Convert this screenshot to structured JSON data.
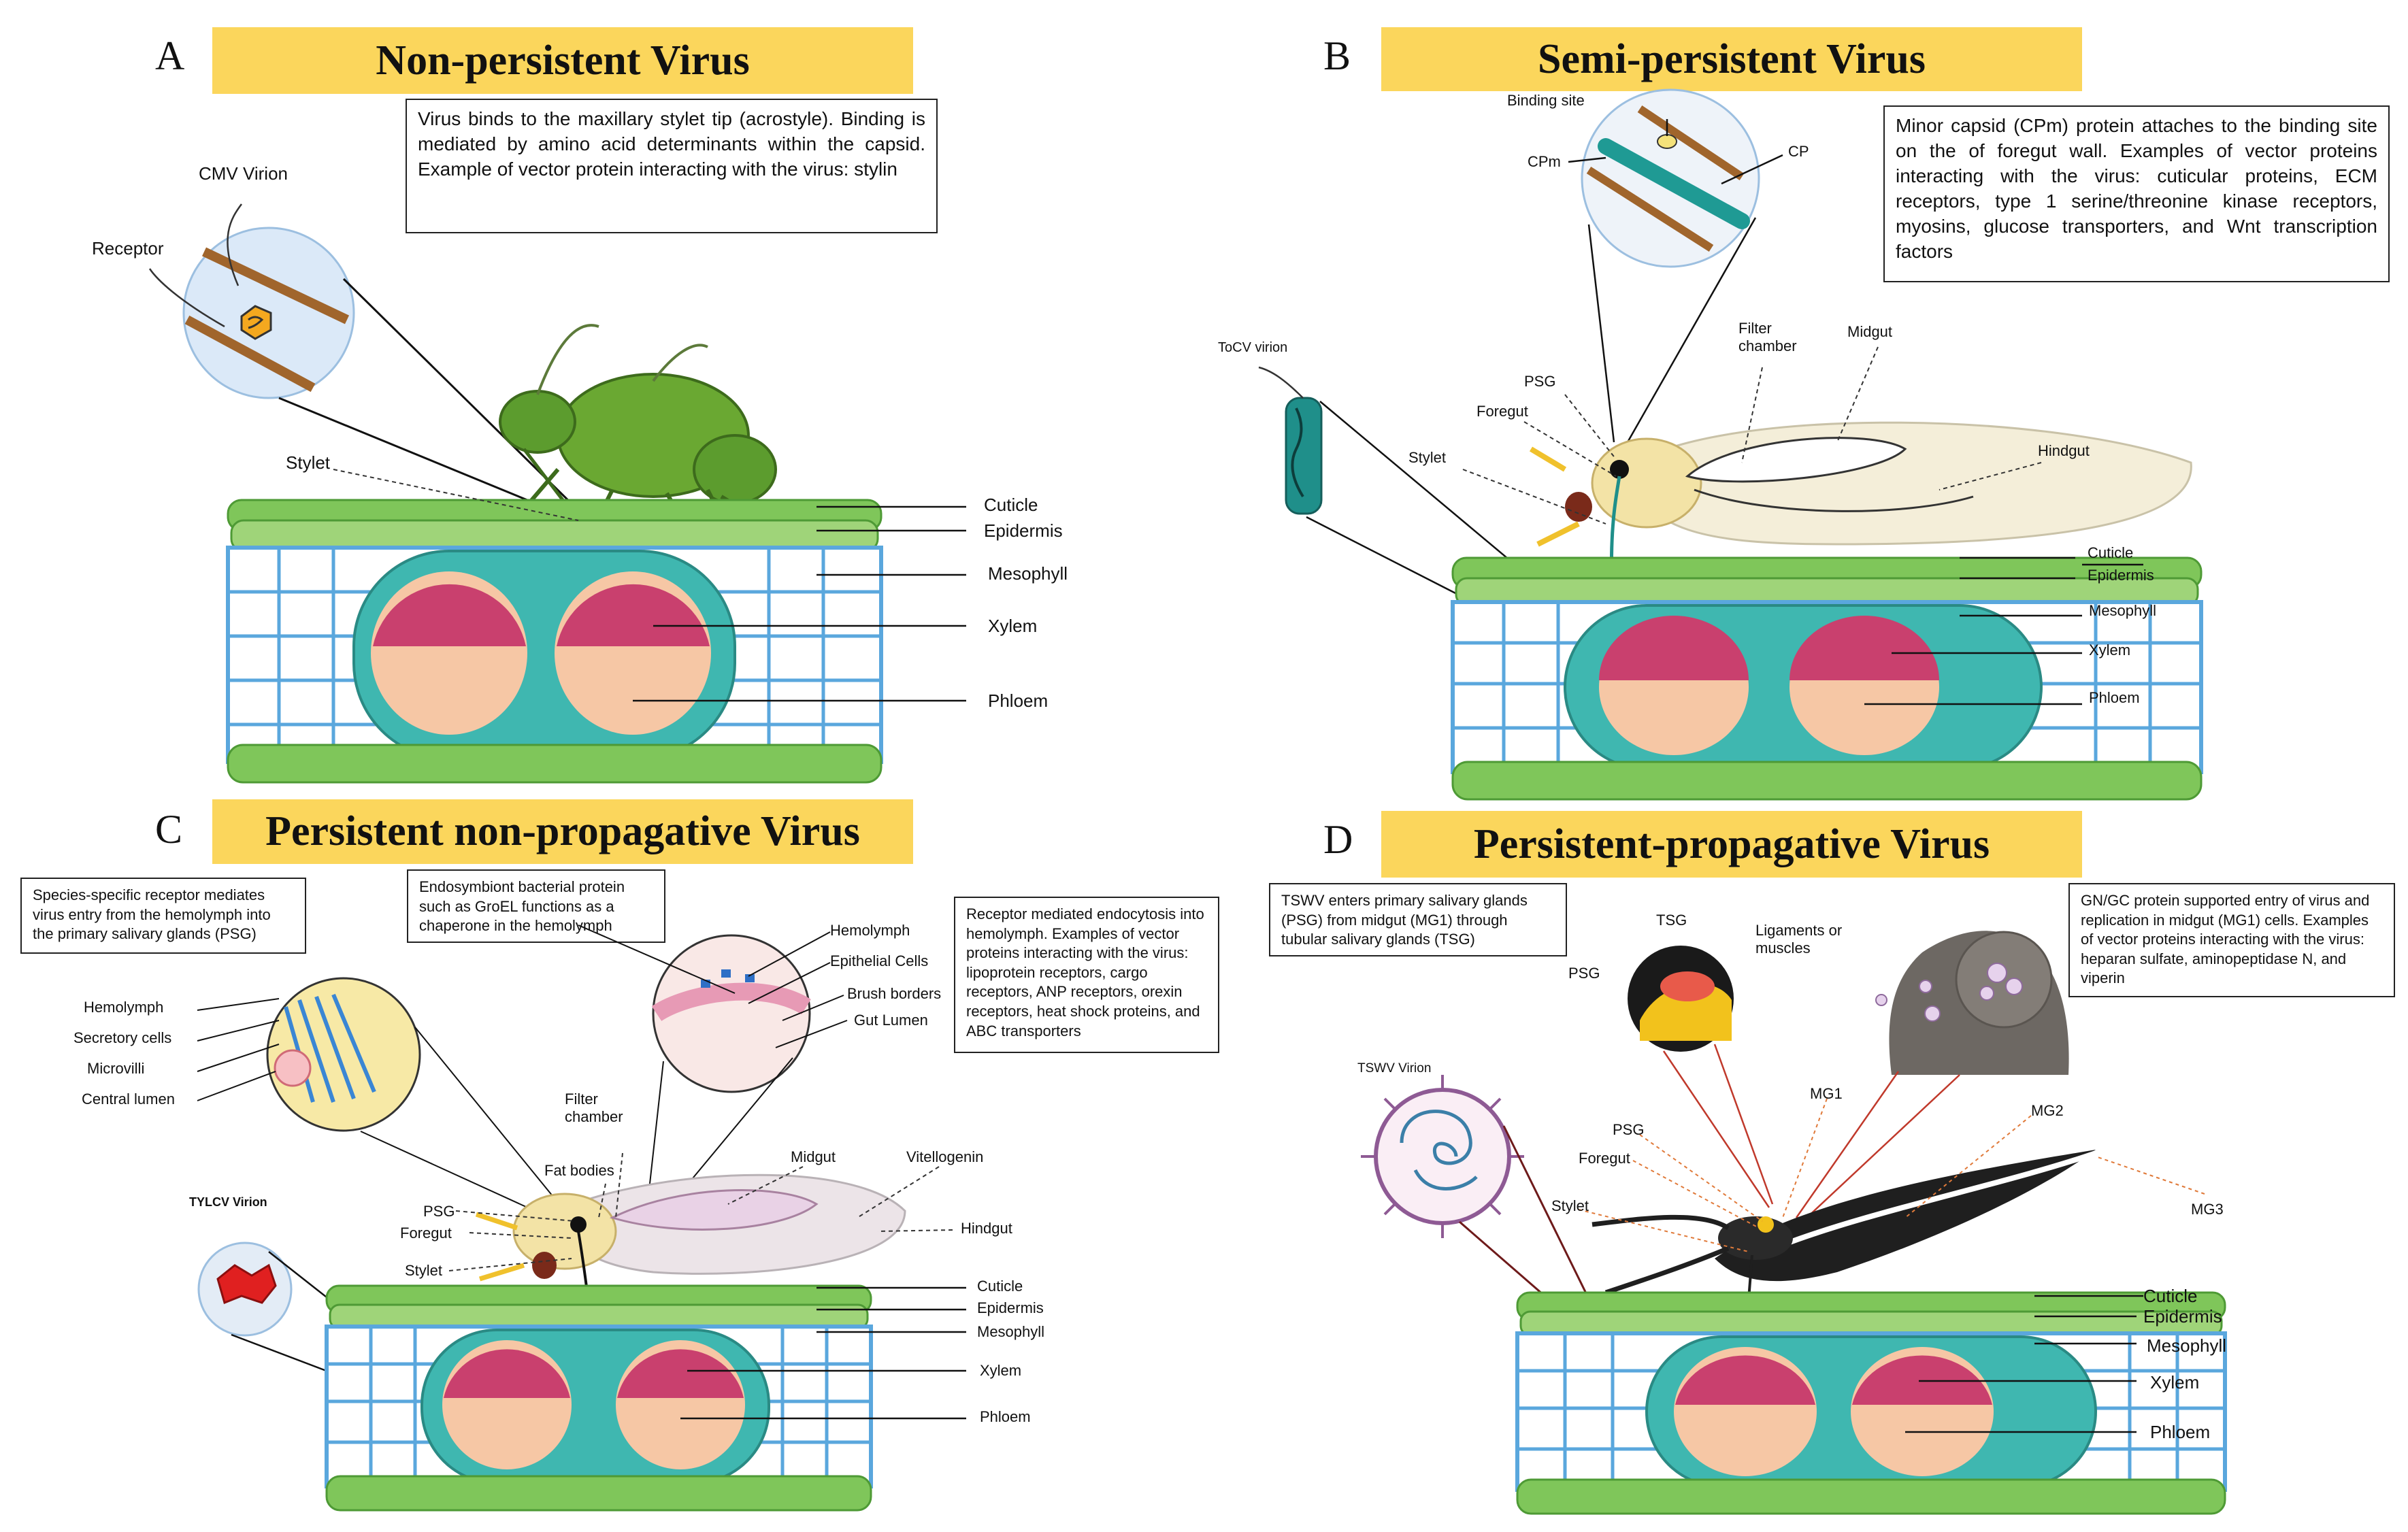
{
  "panels": {
    "A": {
      "letter": "A",
      "title": "Non-persistent Virus",
      "info": "Virus binds to the maxillary stylet tip (acrostyle). Binding is mediated by amino acid determinants within the capsid. Example of vector protein interacting with the virus: stylin",
      "labels": {
        "virion": "CMV Virion",
        "receptor": "Receptor",
        "stylet": "Stylet"
      },
      "layers": [
        "Cuticle",
        "Epidermis",
        "Mesophyll",
        "Xylem",
        "Phloem"
      ]
    },
    "B": {
      "letter": "B",
      "title": "Semi-persistent Virus",
      "info": "Minor capsid (CPm) protein attaches to the binding site on the of foregut wall. Examples of vector proteins interacting with the virus: cuticular proteins, ECM receptors, type 1 serine/threonine kinase receptors, myosins, glucose transporters, and Wnt transcription factors",
      "labels": {
        "binding": "Binding site",
        "cpm": "CPm",
        "cp": "CP",
        "virion": "ToCV virion",
        "psg": "PSG",
        "foregut": "Foregut",
        "stylet": "Stylet",
        "filter": "Filter chamber",
        "midgut": "Midgut",
        "hindgut": "Hindgut"
      },
      "layers": [
        "Cuticle",
        "Epidermis",
        "Mesophyll",
        "Xylem",
        "Phloem"
      ]
    },
    "C": {
      "letter": "C",
      "title": "Persistent non-propagative Virus",
      "info1": "Species-specific receptor mediates virus entry from the hemolymph into the primary salivary glands (PSG)",
      "info2": "Endosymbiont bacterial protein such as GroEL functions as a chaperone in the hemolymph",
      "info3": "Receptor mediated endocytosis into hemolymph. Examples of vector proteins interacting with the virus: lipoprotein receptors, cargo receptors, ANP receptors, orexin receptors, heat shock proteins, and ABC transporters",
      "labels": {
        "hemolymph": "Hemolymph",
        "secretory": "Secretory cells",
        "microvilli": "Microvilli",
        "central": "Central lumen",
        "hemolymph2": "Hemolymph",
        "epithelial": "Epithelial Cells",
        "brush": "Brush borders",
        "gut": "Gut Lumen",
        "filter": "Filter chamber",
        "fat": "Fat bodies",
        "midgut": "Midgut",
        "vitellogenin": "Vitellogenin",
        "psg": "PSG",
        "foregut": "Foregut",
        "stylet": "Stylet",
        "hindgut": "Hindgut",
        "virion": "TYLCV Virion"
      },
      "layers": [
        "Cuticle",
        "Epidermis",
        "Mesophyll",
        "Xylem",
        "Phloem"
      ]
    },
    "D": {
      "letter": "D",
      "title": "Persistent-propagative Virus",
      "info1": "TSWV enters primary salivary glands (PSG) from midgut (MG1) through tubular salivary glands (TSG)",
      "info2": "GN/GC protein supported entry of virus and replication in midgut (MG1) cells. Examples of vector proteins interacting with the virus: heparan sulfate, aminopeptidase N, and viperin",
      "labels": {
        "tsg": "TSG",
        "ligaments": "Ligaments or muscles",
        "psg_top": "PSG",
        "virion": "TSWV Virion",
        "psg": "PSG",
        "foregut": "Foregut",
        "stylet": "Stylet",
        "mg1": "MG1",
        "mg2": "MG2",
        "mg3": "MG3"
      },
      "layers": [
        "Cuticle",
        "Epidermis",
        "Mesophyll",
        "Xylem",
        "Phloem"
      ]
    }
  },
  "colors": {
    "banner": "#fbd65c",
    "leaf_green": "#7fc65a",
    "cell_blue": "#5aa7dd",
    "bundle_teal": "#3fb7b0",
    "xylem": "#c9406e",
    "phloem": "#f6c7a5",
    "aphid": "#5c9c2e",
    "whitefly": "#f3e3a6",
    "thrips": "#1f1f1f"
  }
}
